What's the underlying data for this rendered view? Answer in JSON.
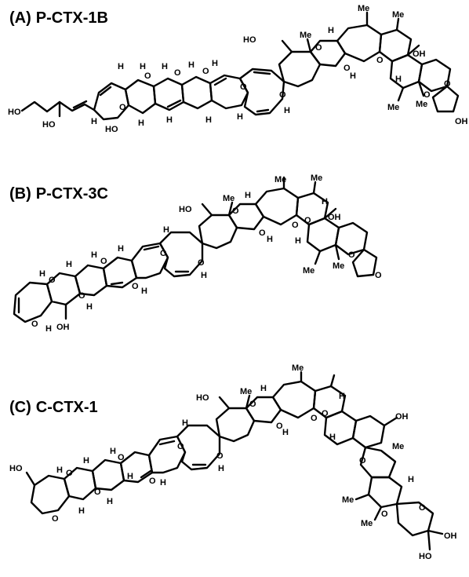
{
  "panels": [
    {
      "letter": "(A)",
      "name": "P-CTX-1B",
      "atoms": {
        "me": "Me",
        "ho": "HO",
        "oh": "OH",
        "h": "H",
        "o": "O"
      }
    },
    {
      "letter": "(B)",
      "name": "P-CTX-3C",
      "atoms": {
        "me": "Me",
        "ho": "HO",
        "oh": "OH",
        "h": "H",
        "o": "O"
      }
    },
    {
      "letter": "(C)",
      "name": "C-CTX-1",
      "atoms": {
        "me": "Me",
        "ho": "HO",
        "oh": "OH",
        "h": "H",
        "o": "O"
      }
    }
  ]
}
